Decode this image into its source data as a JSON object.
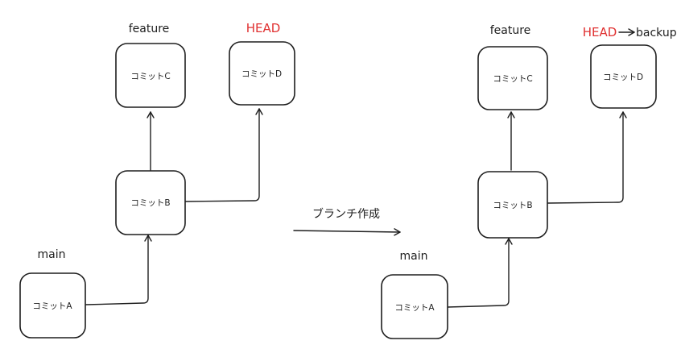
{
  "diagram": {
    "action_label": "ブランチ作成",
    "colors": {
      "stroke": "#1e1e1e",
      "head": "#e03131"
    },
    "before": {
      "commits": {
        "a": "コミットA",
        "b": "コミットB",
        "c": "コミットC",
        "d": "コミットD"
      },
      "refs": {
        "main": "main",
        "feature": "feature",
        "head": "HEAD"
      }
    },
    "after": {
      "commits": {
        "a": "コミットA",
        "b": "コミットB",
        "c": "コミットC",
        "d": "コミットD"
      },
      "refs": {
        "main": "main",
        "feature": "feature",
        "head": "HEAD",
        "backup": "backup"
      }
    }
  }
}
